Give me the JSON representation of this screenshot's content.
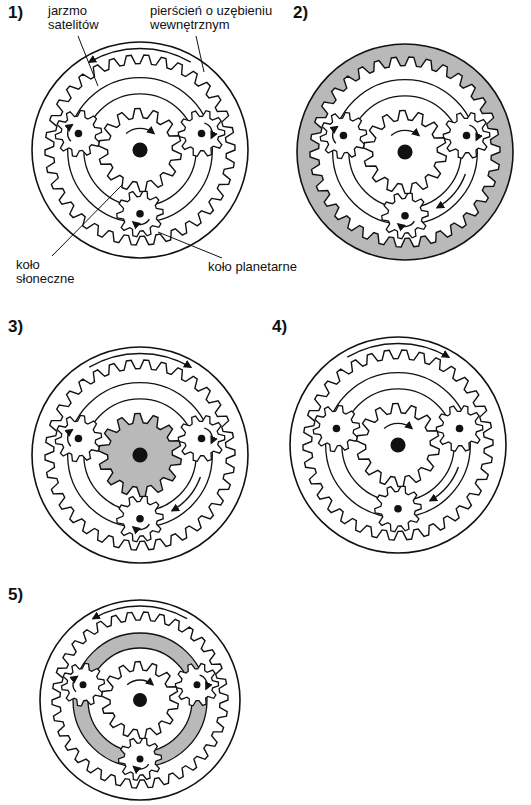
{
  "diagram": {
    "labels": [
      "1)",
      "jarzmo satelitów",
      "pierścień o uzębieniu wewnętrznym",
      "2)",
      "koło słoneczne",
      "koło planetarne",
      "3)",
      "4)",
      "5)"
    ]
  }
}
